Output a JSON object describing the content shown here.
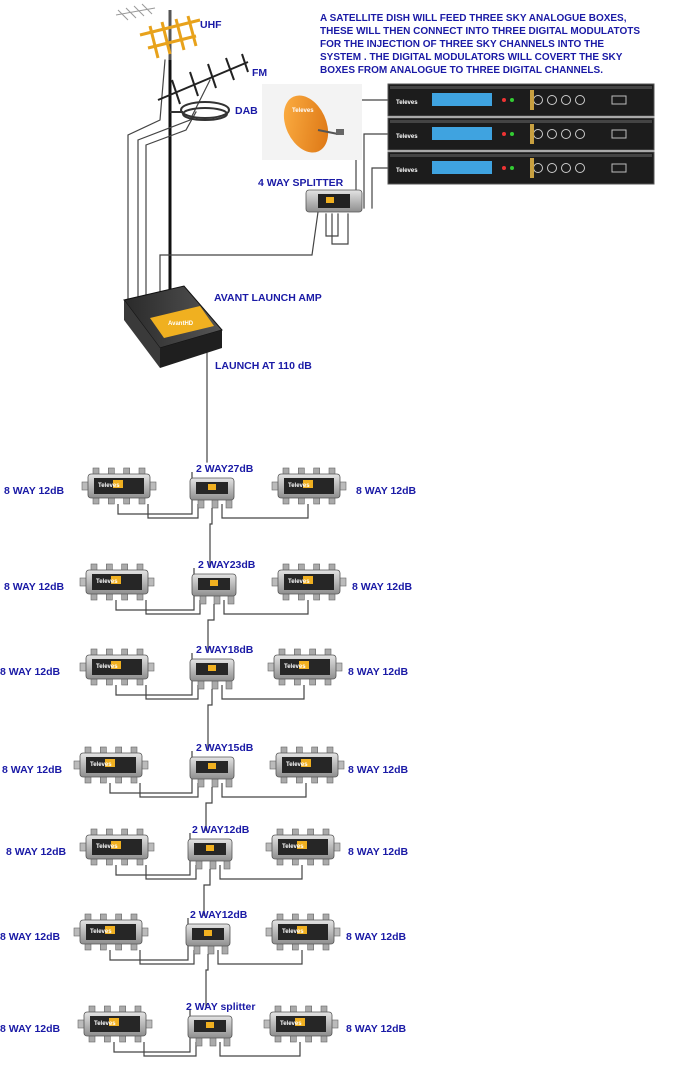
{
  "note_lines": [
    "A SATELLITE DISH WILL FEED THREE SKY ANALOGUE BOXES,",
    "THESE WILL THEN CONNECT INTO THREE DIGITAL MODULATOTS",
    "FOR THE INJECTION OF THREE SKY CHANNELS INTO THE",
    "SYSTEM . THE DIGITAL MODULATORS WILL COVERT THE SKY",
    "BOXES FROM ANALOGUE TO THREE DIGITAL CHANNELS."
  ],
  "labels": {
    "uhf": "UHF",
    "fm": "FM",
    "dab": "DAB",
    "four_way": "4 WAY SPLITTER",
    "amp": "AVANT LAUNCH AMP",
    "launch": "LAUNCH AT 110 dB"
  },
  "brand": "Televes",
  "amp_brand": "AvantHD",
  "stages": [
    {
      "center": "2 WAY27dB",
      "left": "8 WAY 12dB",
      "right": "8 WAY 12dB"
    },
    {
      "center": "2 WAY23dB",
      "left": "8 WAY 12dB",
      "right": "8 WAY 12dB"
    },
    {
      "center": "2 WAY18dB",
      "left": "8 WAY 12dB",
      "right": "8 WAY 12dB"
    },
    {
      "center": "2 WAY15dB",
      "left": "8 WAY 12dB",
      "right": "8 WAY 12dB"
    },
    {
      "center": "2 WAY12dB",
      "left": "8 WAY 12dB",
      "right": "8 WAY 12dB"
    },
    {
      "center": "2 WAY12dB",
      "left": "8 WAY 12dB",
      "right": "8 WAY 12dB"
    },
    {
      "center": "2 WAY splitter",
      "left": "8 WAY 12dB",
      "right": "8 WAY 12dB"
    }
  ],
  "colors": {
    "label": "#1a1aa6",
    "display": "#3fa3e0",
    "amp_body": "#f0b020",
    "dish": "#f08a1a"
  }
}
